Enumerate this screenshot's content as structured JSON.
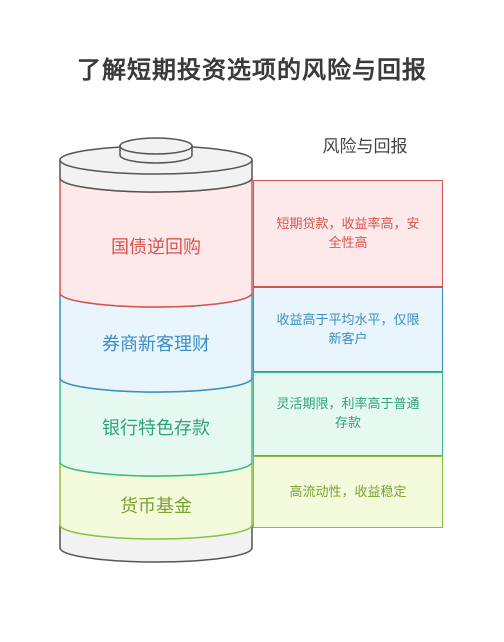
{
  "title": "了解短期投资选项的风险与回报",
  "side_title": "风险与回报",
  "segments": [
    {
      "label": "国债逆回购",
      "desc": "短期贷款，收益率高，安全性高",
      "text_color": "#d9534f",
      "fill": "#fde9e9",
      "stroke": "#d9534f"
    },
    {
      "label": "券商新客理财",
      "desc": "收益高于平均水平，仅限新客户",
      "text_color": "#3b8fc4",
      "fill": "#e8f5fd",
      "stroke": "#3b8fc4"
    },
    {
      "label": "银行特色存款",
      "desc": "灵活期限，利率高于普通存款",
      "text_color": "#2fa37a",
      "fill": "#e6f9f0",
      "stroke": "#3cb98a"
    },
    {
      "label": "货币基金",
      "desc": "高流动性，收益稳定",
      "text_color": "#7aa22f",
      "fill": "#f3fbdc",
      "stroke": "#8cbf3f"
    }
  ],
  "colors": {
    "cap_fill": "#f2f2f2",
    "cap_stroke": "#4d4d4d",
    "body_stroke": "#555555"
  }
}
